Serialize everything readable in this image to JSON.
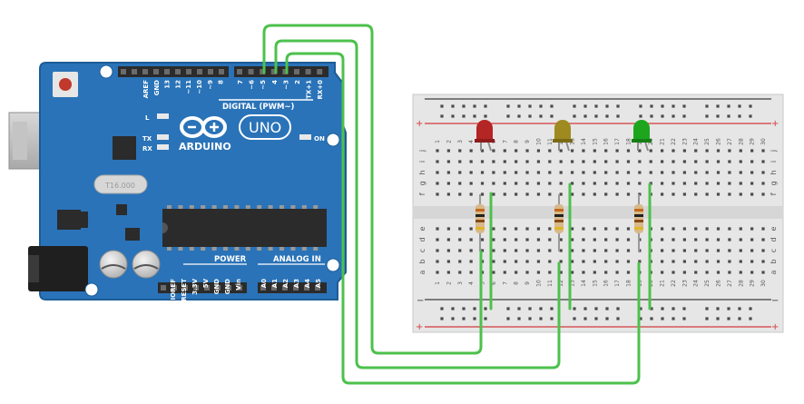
{
  "arduino": {
    "brand": "ARDUINO",
    "model": "UNO",
    "digital_label": "DIGITAL (PWM~)",
    "power_label": "POWER",
    "analog_label": "ANALOG IN",
    "crystal_label": "T16.000",
    "led_labels": {
      "l": "L",
      "tx": "TX",
      "rx": "RX",
      "on": "ON"
    },
    "digital_pins_left": [
      "AREF",
      "GND",
      "13",
      "12",
      "~11",
      "~10",
      "~9",
      "8"
    ],
    "digital_pins_right": [
      "7",
      "~6",
      "~5",
      "4",
      "~3",
      "2",
      "TX+1",
      "RX+0"
    ],
    "power_pins": [
      "IOREF",
      "RESET",
      "3.3V",
      "5V",
      "GND",
      "GND",
      "Vin"
    ],
    "analog_pins": [
      "A0",
      "A1",
      "A2",
      "A3",
      "A4",
      "A5"
    ],
    "colors": {
      "board": "#2a73b8",
      "board_edge": "#1d5c97",
      "header": "#2b2b2b",
      "text": "#ffffff"
    }
  },
  "breadboard": {
    "column_numbers": [
      "1",
      "2",
      "3",
      "4",
      "5",
      "6",
      "7",
      "8",
      "9",
      "10",
      "11",
      "12",
      "13",
      "14",
      "15",
      "16",
      "17",
      "18",
      "19",
      "20",
      "21",
      "22",
      "23",
      "24",
      "25",
      "26",
      "27",
      "28",
      "29",
      "30"
    ],
    "row_letters_top": [
      "j",
      "i",
      "h",
      "g",
      "f"
    ],
    "row_letters_bottom": [
      "e",
      "d",
      "c",
      "b",
      "a"
    ],
    "rail_plus": "+",
    "rail_minus": "−",
    "colors": {
      "body": "#e6e6e6",
      "hole": "#4a4a4a",
      "rail_red": "#d23b3b",
      "rail_dark": "#3d3d3d"
    }
  },
  "leds": [
    {
      "name": "red",
      "color": "#b42525"
    },
    {
      "name": "yellow",
      "color": "#9e8a1e"
    },
    {
      "name": "green",
      "color": "#1ea51e"
    }
  ],
  "wire_color": "#4cc14c"
}
